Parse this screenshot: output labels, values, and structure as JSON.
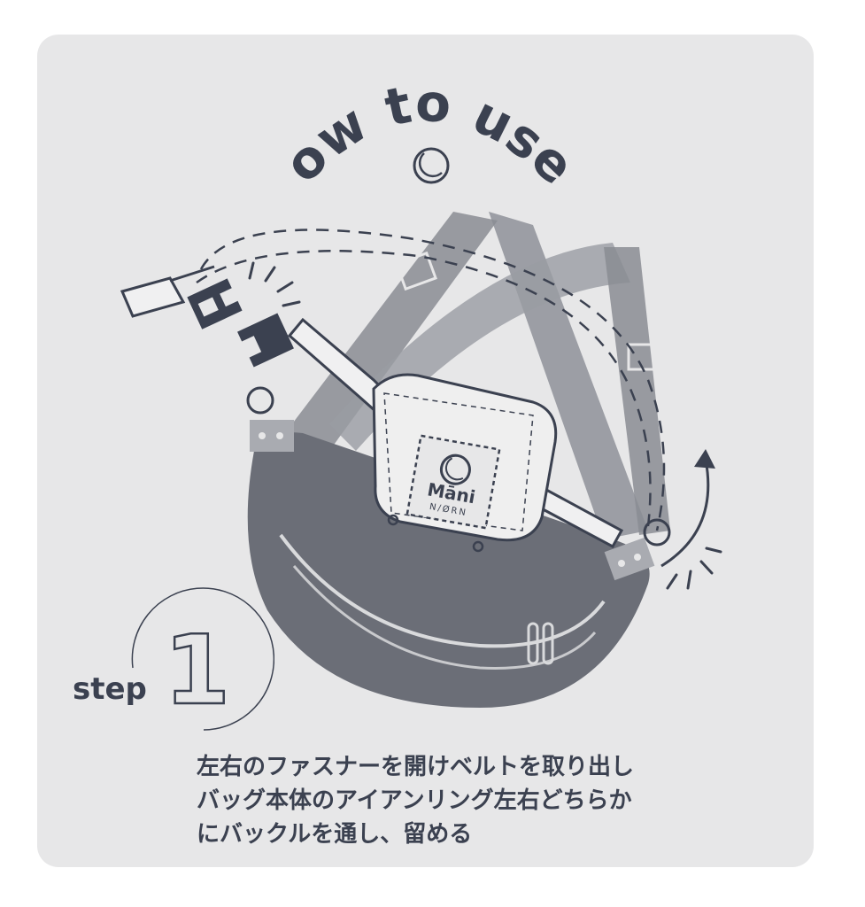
{
  "heading": {
    "title": "How to use.."
  },
  "logo": {
    "brand": "Māni",
    "sub": "N/ØRN"
  },
  "step": {
    "label": "step",
    "number": "1"
  },
  "instructions": {
    "lines": [
      "左右のファスナーを開けベルトを取り出し",
      "バッグ本体のアイアンリング左右どちらか",
      "にバックルを通し、留める"
    ]
  },
  "colors": {
    "card": "#e7e7e8",
    "ink": "#3b4150",
    "bag": "#6b6e77",
    "strap": "#8a8c93"
  }
}
